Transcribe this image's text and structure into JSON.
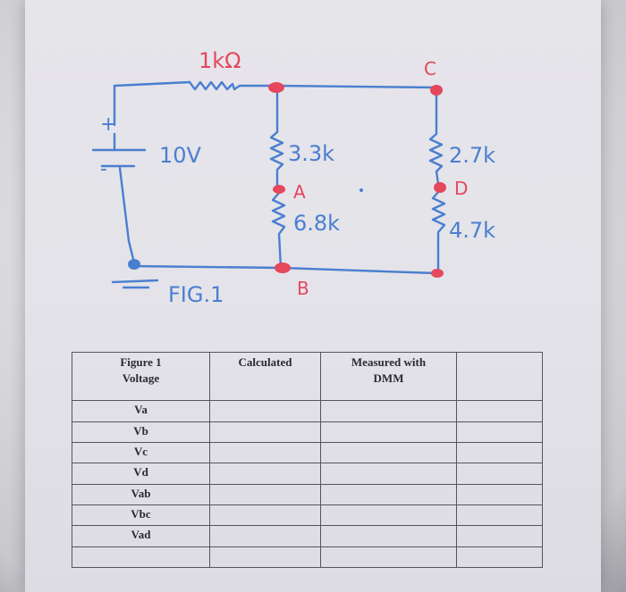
{
  "circuit": {
    "resistor_1k_label": "1kΩ",
    "source_label": "10V",
    "source_plus": "+",
    "source_minus": "-",
    "r_3k3_label": "3.3k",
    "r_6k8_label": "6.8k",
    "r_2k7_label": "2.7k",
    "r_4k7_label": "4.7k",
    "node_a": "A",
    "node_b": "B",
    "node_c": "C",
    "node_d": "D",
    "figure_caption": "FIG.1",
    "wire_color": "#4a7fd0",
    "node_color": "#e5475c"
  },
  "table": {
    "headers": [
      "Figure 1\nVoltage",
      "Calculated",
      "Measured with\nDMM",
      ""
    ],
    "rows": [
      "Va",
      "Vb",
      "Vc",
      "Vd",
      "Vab",
      "Vbc",
      "Vad",
      ""
    ]
  }
}
